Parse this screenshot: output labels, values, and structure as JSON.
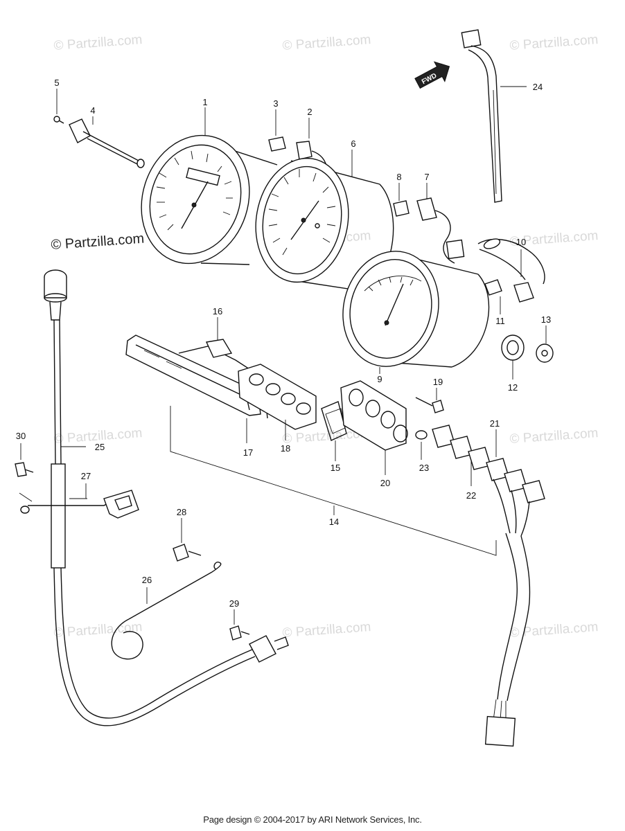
{
  "watermarks": [
    "© Partzilla.com",
    "© Partzilla.com",
    "© Partzilla.com",
    "© Partzilla.com",
    "© Partzilla.com",
    "© Partzilla.com",
    "© Partzilla.com",
    "© Partzilla.com",
    "© Partzilla.com",
    "© Partzilla.com",
    "© Partzilla.com",
    "© Partzilla.com",
    "© Partzilla.com"
  ],
  "fwd_label": "FWD",
  "callouts": [
    "1",
    "2",
    "3",
    "4",
    "5",
    "6",
    "7",
    "8",
    "9",
    "10",
    "11",
    "12",
    "13",
    "14",
    "15",
    "16",
    "17",
    "18",
    "19",
    "20",
    "21",
    "22",
    "23",
    "24",
    "25",
    "26",
    "27",
    "28",
    "29",
    "30"
  ],
  "footer": "Page design © 2004-2017 by ARI Network Services, Inc."
}
